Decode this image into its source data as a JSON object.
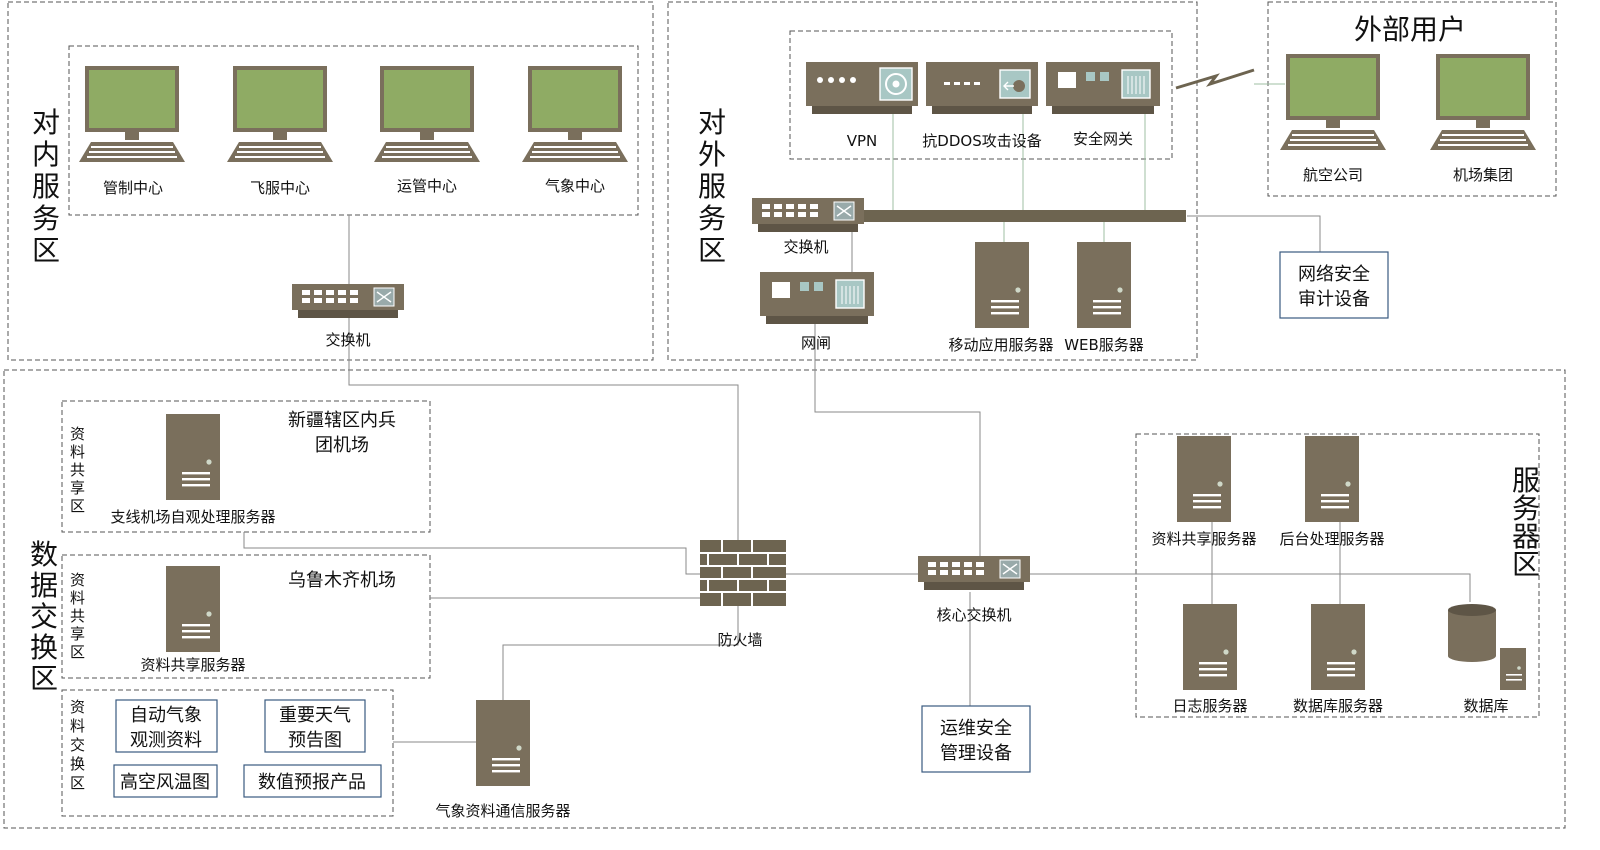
{
  "colors": {
    "device": "#7a6f5c",
    "device_dark": "#5e5546",
    "screen": "#8fab64",
    "line": "#8a8a8a",
    "green_line": "#9fbfa3",
    "firewall": "#6d6450"
  },
  "zones": {
    "internal": "对内服务区",
    "external": "对外服务区",
    "external_users": "外部用户",
    "data_exchange": "数据交换区",
    "server_zone": "服务器区"
  },
  "internal_zone": {
    "terminals": [
      "管制中心",
      "飞服中心",
      "运管中心",
      "气象中心"
    ],
    "switch": "交换机"
  },
  "external_zone": {
    "vpn": "VPN",
    "anti_ddos": "抗DDOS攻击设备",
    "security_gateway": "安全网关",
    "switch": "交换机",
    "gatekeeper": "网闸",
    "mobile_server": "移动应用服务器",
    "web_server": "WEB服务器"
  },
  "audit_device": [
    "网络安全",
    "审计设备"
  ],
  "external_users": {
    "terminals": [
      "航空公司",
      "机场集团"
    ]
  },
  "data_exchange": {
    "share_zone_label": [
      "资",
      "料",
      "共",
      "享",
      "区"
    ],
    "exchange_zone_label": [
      "资",
      "料",
      "交",
      "换",
      "区"
    ],
    "airport1_title": [
      "新疆辖区内兵",
      "团机场"
    ],
    "airport1_server": "支线机场自观处理服务器",
    "airport2_title": "乌鲁木齐机场",
    "airport2_server": "资料共享服务器",
    "products": [
      [
        "自动气象",
        "观测资料"
      ],
      [
        "重要天气",
        "预告图"
      ],
      [
        "高空风温图"
      ],
      [
        "数值预报产品"
      ]
    ],
    "comm_server": "气象资料通信服务器",
    "firewall": "防火墙",
    "core_switch": "核心交换机",
    "ops_device": [
      "运维安全",
      "管理设备"
    ]
  },
  "server_zone": {
    "servers": [
      "资料共享服务器",
      "后台处理服务器",
      "日志服务器",
      "数据库服务器"
    ],
    "database": "数据库"
  }
}
